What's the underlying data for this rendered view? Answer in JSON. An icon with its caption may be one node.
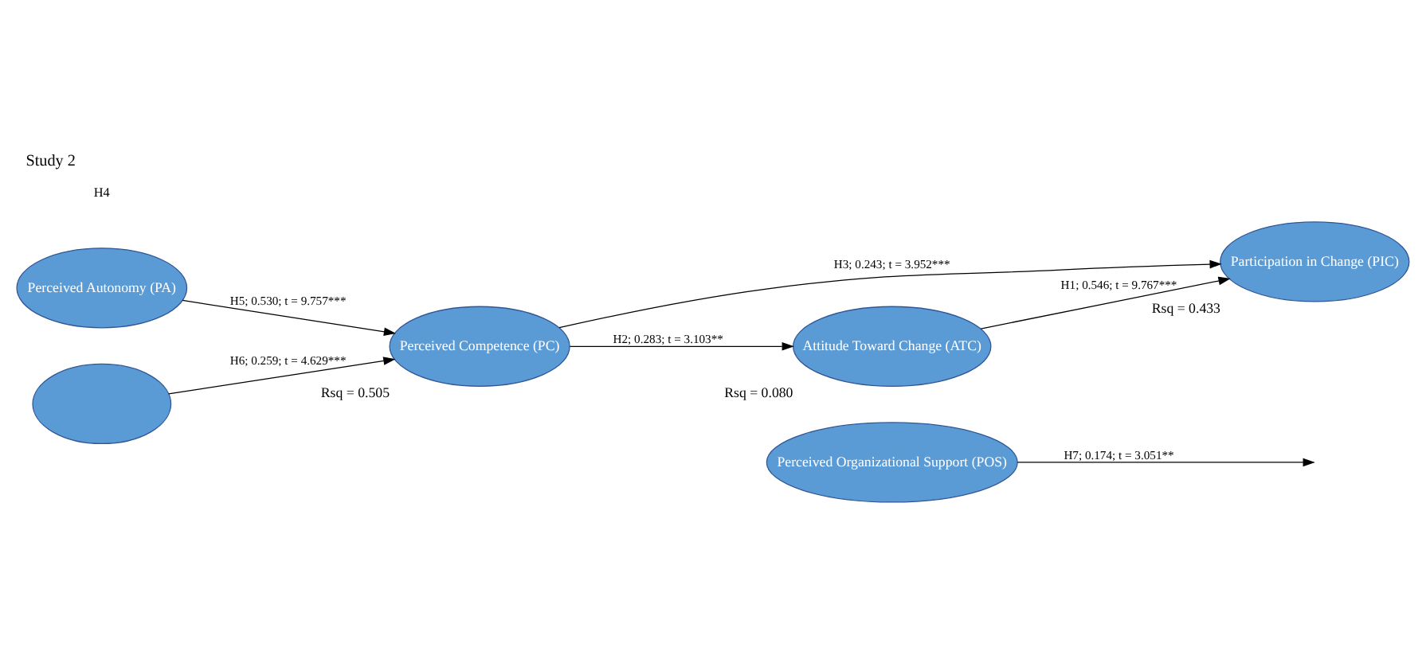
{
  "diagram": {
    "title": "Study 2",
    "nodes": [
      {
        "text": [
          "Perceived Autonomy (PA)"
        ]
      },
      {
        "text": [
          "Attitude Toward Change (ATC)"
        ],
        "beside": [
          "Rsq = 0.080"
        ]
      },
      {
        "text": [
          "Perceived Organizational Support (POS)"
        ]
      },
      {
        "text": [
          "Perceived Competence (PC)"
        ],
        "beside": [
          "Rsq = 0.505"
        ]
      },
      {
        "text": [
          "Participation in Change (PIC)"
        ],
        "beside": [
          "Rsq = 0.433"
        ]
      },
      {
        "text": [],
        "shape": "ellipse"
      }
    ],
    "edges": [
      {
        "from": 0,
        "to": 3,
        "arrow": "to",
        "label": "H5; 0.530; t = 9.757***"
      },
      {
        "from": 5,
        "to": 3,
        "arrow": "to",
        "label": "H6; 0.259; t = 4.629***"
      },
      {
        "from": 3,
        "to": 1,
        "arrow": "to",
        "label": "H2; 0.283; t = 3.103**"
      },
      {
        "from": 1,
        "to": 4,
        "arrow": "to",
        "label": "H1; 0.546; t = 9.767***"
      },
      {
        "from": 3,
        "to": 4,
        "arrow": "to",
        "label": "H3; 0.243; t = 3.952***"
      },
      {
        "from": 2,
        "to": null,
        "arrow": "to",
        "label": "H7; 0.174; t = 3.051**"
      }
    ],
    "labels": [
      "H4"
    ]
  }
}
